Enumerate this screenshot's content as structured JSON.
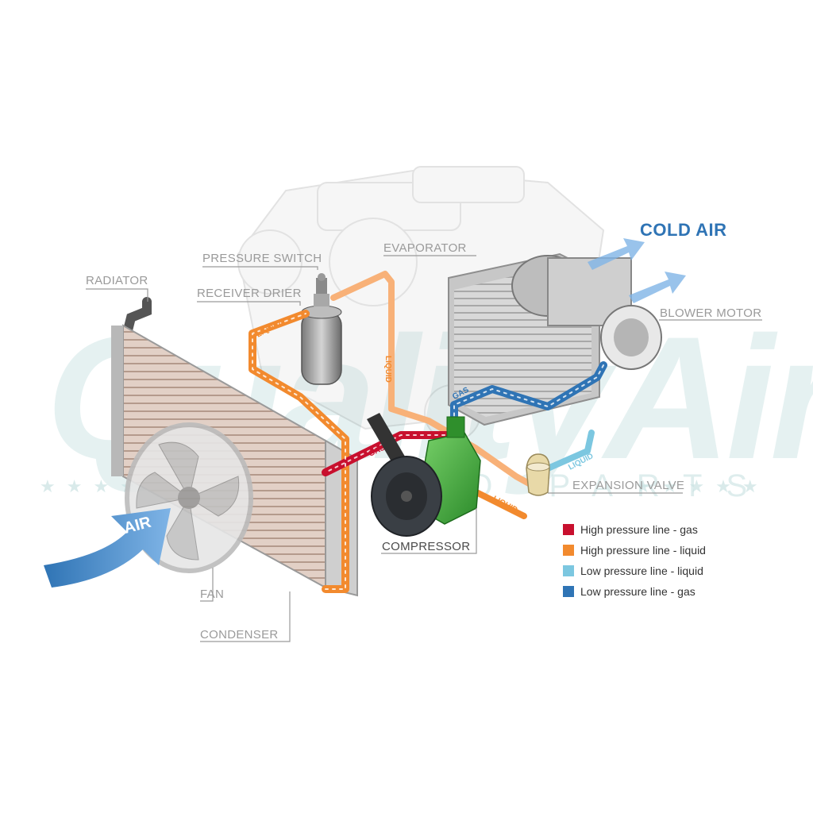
{
  "watermark": {
    "text": "QualityAir",
    "sub": "AUTO PARTS"
  },
  "labels": {
    "cold_air": "COLD AIR",
    "radiator": "RADIATOR",
    "pressure_switch": "PRESSURE SWITCH",
    "receiver_drier": "RECEIVER DRIER",
    "evaporator": "EVAPORATOR",
    "blower_motor": "BLOWER MOTOR",
    "expansion_valve": "EXPANSION VALVE",
    "compressor": "COMPRESSOR",
    "fan": "FAN",
    "condenser": "CONDENSER",
    "air": "AIR"
  },
  "pipe_tags": {
    "liquid_1": "LIQUID",
    "liquid_2": "LIQUID",
    "liquid_3": "LIQUID",
    "liquid_4": "LIQUID",
    "gas_1": "GAS",
    "gas_2": "GAS"
  },
  "colors": {
    "high_gas": "#c8102e",
    "high_liquid": "#f28a2e",
    "low_liquid": "#7cc7e0",
    "low_gas": "#2f74b5",
    "compressor": "#3aa935"
  },
  "legend": [
    {
      "label": "High pressure line - gas",
      "color": "#c8102e"
    },
    {
      "label": "High pressure line - liquid",
      "color": "#f28a2e"
    },
    {
      "label": "Low pressure line - liquid",
      "color": "#7cc7e0"
    },
    {
      "label": "Low pressure line -  gas",
      "color": "#2f74b5"
    }
  ]
}
